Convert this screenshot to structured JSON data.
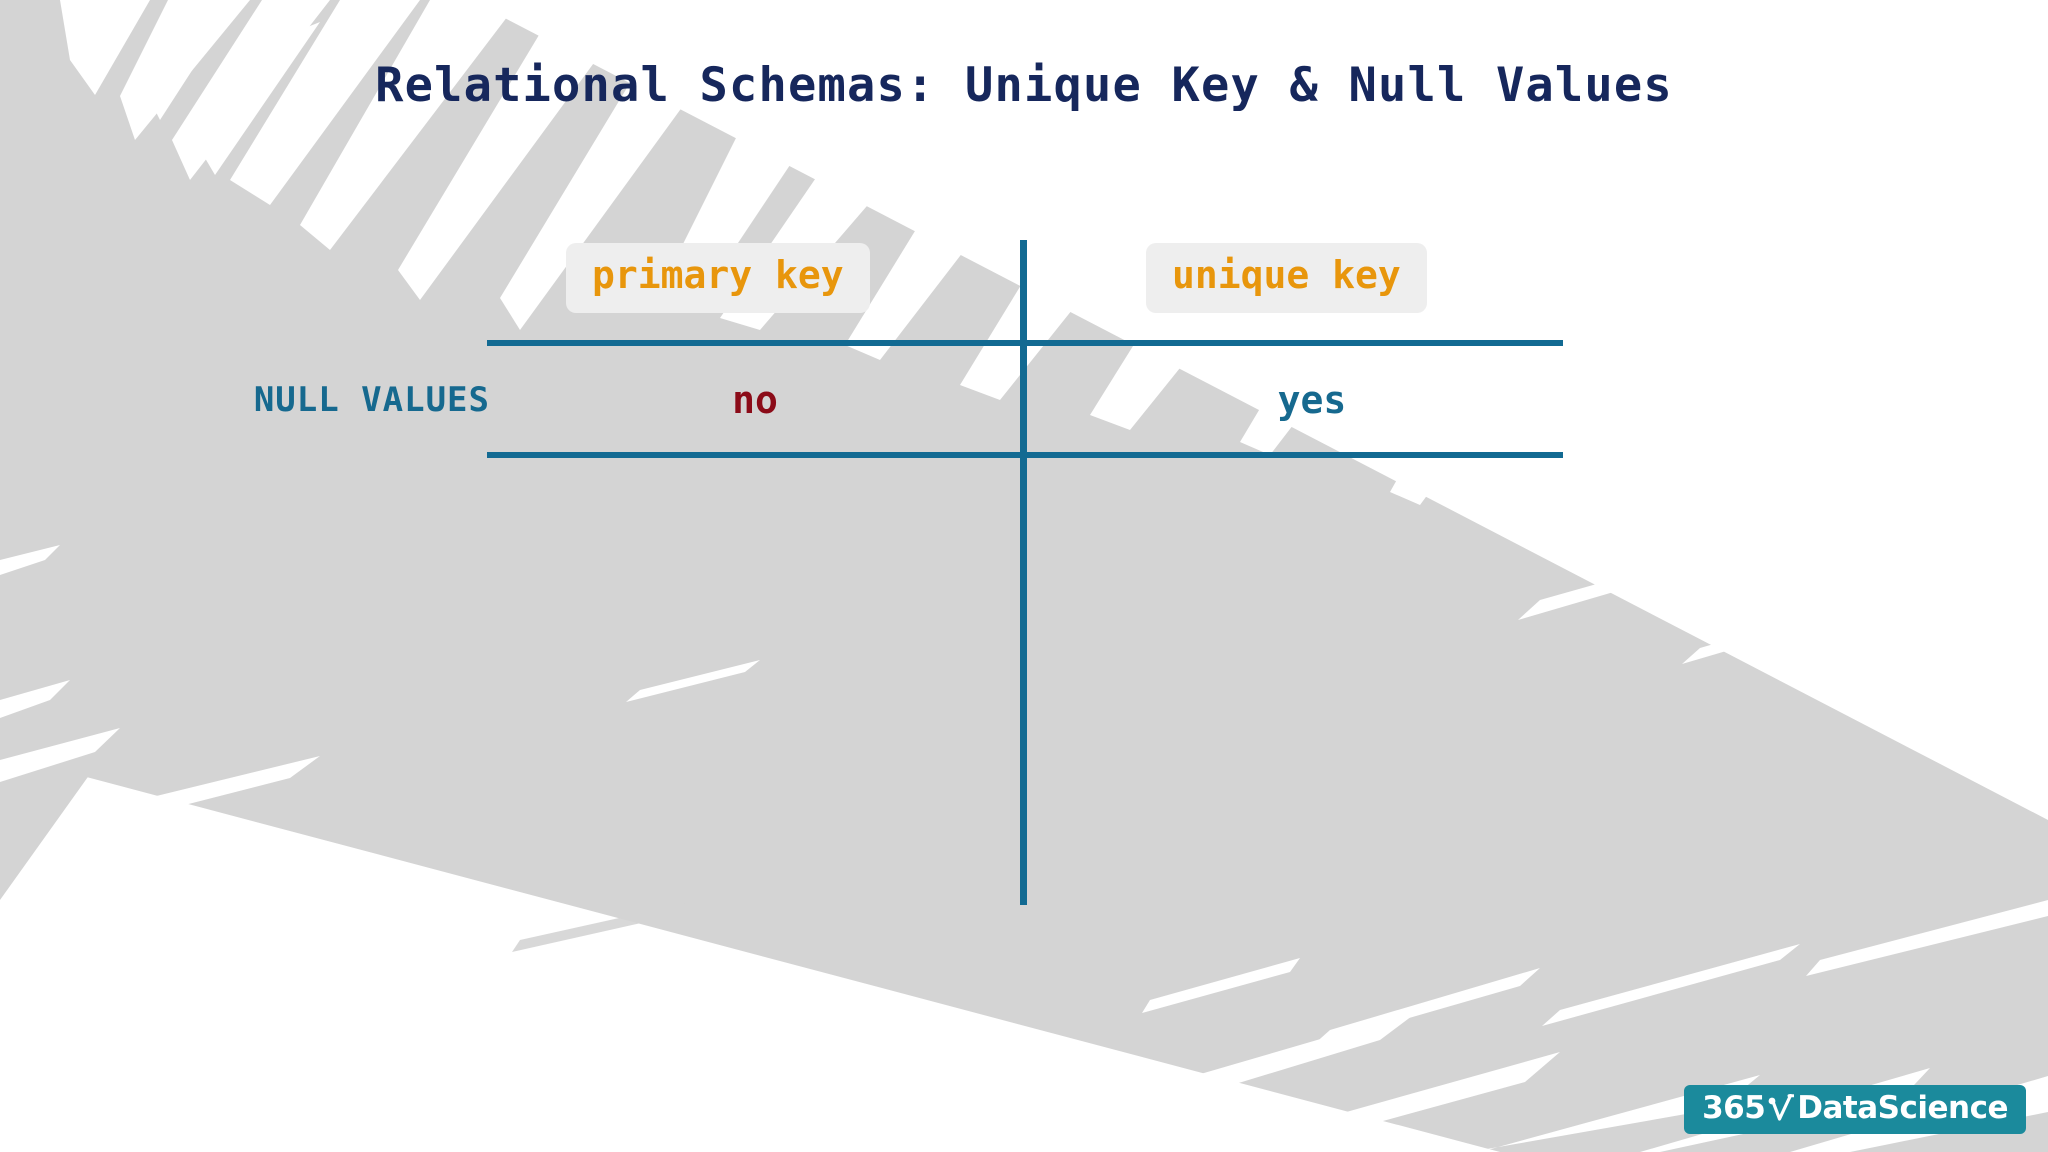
{
  "slide": {
    "title": "Relational Schemas: Unique Key & Null Values",
    "background_color": "#ffffff",
    "band_color": "#d4d4d4"
  },
  "palette": {
    "title_navy": "#16275c",
    "accent_orange": "#e8960c",
    "teal_line": "#126a92",
    "teal_text": "#16698f",
    "dark_red": "#8b0b18",
    "chip_bg": "#eeeeee",
    "logo_teal": "#1b8a9c"
  },
  "chart_data": {
    "type": "table",
    "title": "Relational Schemas: Unique Key & Null Values",
    "columns": [
      "",
      "primary key",
      "unique key"
    ],
    "rows": [
      {
        "label": "NULL VALUES",
        "values": [
          "no",
          "yes"
        ]
      }
    ],
    "value_colors": [
      "#8b0b18",
      "#16698f"
    ],
    "column_header_color": "#e8960c",
    "row_label_color": "#16698f",
    "rule_color": "#126a92",
    "grid": true,
    "legend": "none"
  },
  "table": {
    "row_label": "NULL VALUES",
    "col_primary": "primary key",
    "col_unique": "unique key",
    "cell_primary_null": "no",
    "cell_unique_null": "yes"
  },
  "logo": {
    "prefix": "365",
    "mark": "radical-check-icon",
    "name": "DataScience"
  }
}
